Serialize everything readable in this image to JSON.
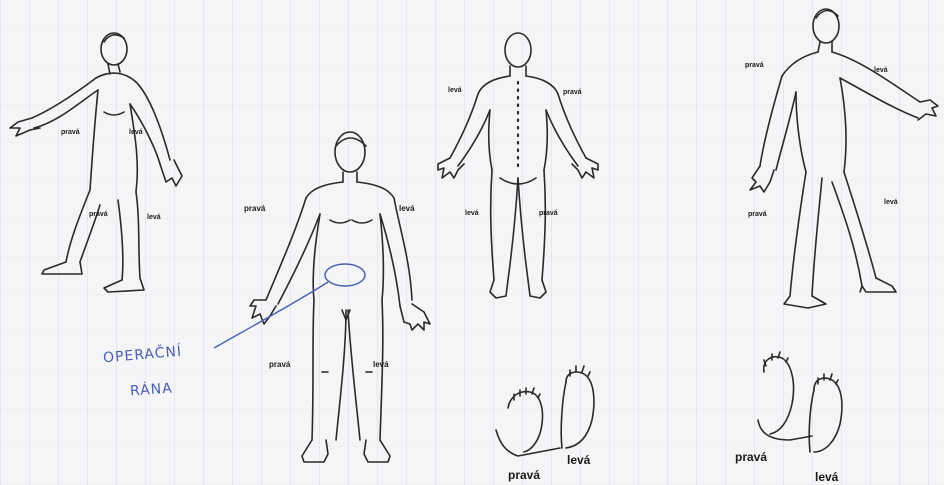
{
  "labels": {
    "pravy": "pravá",
    "levy": "levá"
  },
  "annotation": {
    "line1": "OPERAČNÍ",
    "line2": "RÁNA",
    "ink_color": "#4a5fb0"
  }
}
